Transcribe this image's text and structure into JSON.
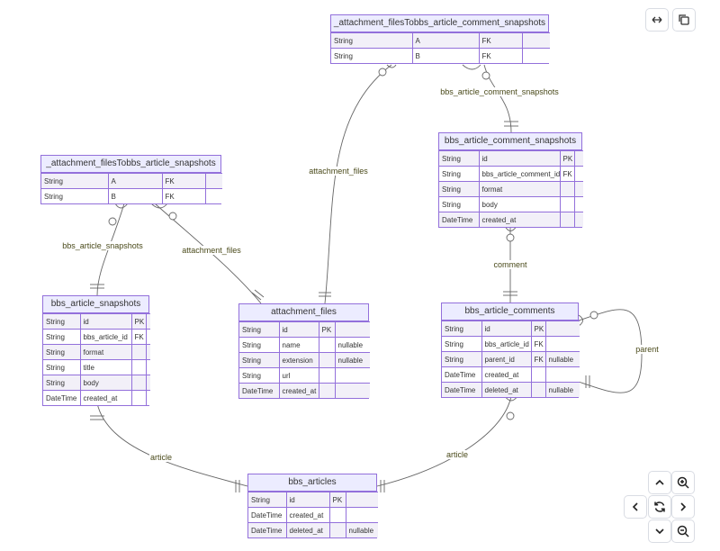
{
  "entities": [
    {
      "key": "comment_snap_join",
      "name": "_attachment_filesTobbs_article_comment_snapshots",
      "rows": [
        [
          "String",
          "A",
          "FK",
          ""
        ],
        [
          "String",
          "B",
          "FK",
          ""
        ]
      ]
    },
    {
      "key": "article_comment_snapshots",
      "name": "bbs_article_comment_snapshots",
      "rows": [
        [
          "String",
          "id",
          "PK",
          ""
        ],
        [
          "String",
          "bbs_article_comment_id",
          "FK",
          ""
        ],
        [
          "String",
          "format",
          "",
          ""
        ],
        [
          "String",
          "body",
          "",
          ""
        ],
        [
          "DateTime",
          "created_at",
          "",
          ""
        ]
      ]
    },
    {
      "key": "snap_join",
      "name": "_attachment_filesTobbs_article_snapshots",
      "rows": [
        [
          "String",
          "A",
          "FK",
          ""
        ],
        [
          "String",
          "B",
          "FK",
          ""
        ]
      ]
    },
    {
      "key": "article_snapshots",
      "name": "bbs_article_snapshots",
      "rows": [
        [
          "String",
          "id",
          "PK",
          ""
        ],
        [
          "String",
          "bbs_article_id",
          "FK",
          ""
        ],
        [
          "String",
          "format",
          "",
          ""
        ],
        [
          "String",
          "title",
          "",
          ""
        ],
        [
          "String",
          "body",
          "",
          ""
        ],
        [
          "DateTime",
          "created_at",
          "",
          ""
        ]
      ]
    },
    {
      "key": "attachment_files",
      "name": "attachment_files",
      "rows": [
        [
          "String",
          "id",
          "PK",
          ""
        ],
        [
          "String",
          "name",
          "",
          "nullable"
        ],
        [
          "String",
          "extension",
          "",
          "nullable"
        ],
        [
          "String",
          "url",
          "",
          ""
        ],
        [
          "DateTime",
          "created_at",
          "",
          ""
        ]
      ]
    },
    {
      "key": "article_comments",
      "name": "bbs_article_comments",
      "rows": [
        [
          "String",
          "id",
          "PK",
          ""
        ],
        [
          "String",
          "bbs_article_id",
          "FK",
          ""
        ],
        [
          "String",
          "parent_id",
          "FK",
          "nullable"
        ],
        [
          "DateTime",
          "created_at",
          "",
          ""
        ],
        [
          "DateTime",
          "deleted_at",
          "",
          "nullable"
        ]
      ]
    },
    {
      "key": "articles",
      "name": "bbs_articles",
      "rows": [
        [
          "String",
          "id",
          "PK",
          ""
        ],
        [
          "DateTime",
          "created_at",
          "",
          ""
        ],
        [
          "DateTime",
          "deleted_at",
          "",
          "nullable"
        ]
      ]
    }
  ],
  "relationships": [
    {
      "key": "rel_comment_snapshots",
      "label": "bbs_article_comment_snapshots"
    },
    {
      "key": "rel_attachment_files_right",
      "label": "attachment_files"
    },
    {
      "key": "rel_article_snapshots",
      "label": "bbs_article_snapshots"
    },
    {
      "key": "rel_attachment_files_left",
      "label": "attachment_files"
    },
    {
      "key": "rel_comment",
      "label": "comment"
    },
    {
      "key": "rel_parent",
      "label": "parent"
    },
    {
      "key": "rel_article_left",
      "label": "article"
    },
    {
      "key": "rel_article_right",
      "label": "article"
    }
  ],
  "controls": [
    {
      "key": "fit-width",
      "icon": "expand-horizontal-icon"
    },
    {
      "key": "copy",
      "icon": "copy-icon"
    },
    {
      "key": "pan-up",
      "icon": "chevron-up-icon"
    },
    {
      "key": "zoom-in",
      "icon": "zoom-in-icon"
    },
    {
      "key": "pan-left",
      "icon": "chevron-left-icon"
    },
    {
      "key": "reset",
      "icon": "reset-icon"
    },
    {
      "key": "pan-right",
      "icon": "chevron-right-icon"
    },
    {
      "key": "pan-down",
      "icon": "chevron-down-icon"
    },
    {
      "key": "zoom-out",
      "icon": "zoom-out-icon"
    }
  ],
  "colors": {
    "entity_border": "#9370DB",
    "entity_fill": "#ECECFF",
    "line": "#666666"
  }
}
